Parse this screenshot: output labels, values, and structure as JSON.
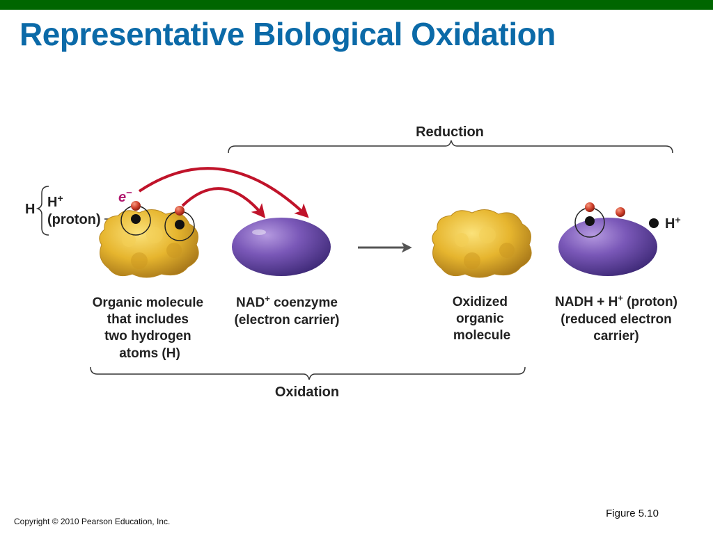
{
  "slide": {
    "title": "Representative Biological Oxidation",
    "figure_number": "Figure 5.10",
    "copyright": "Copyright © 2010 Pearson Education, Inc."
  },
  "diagram": {
    "reduction_label": "Reduction",
    "oxidation_label": "Oxidation",
    "electron_label": "e",
    "electron_superscript": "−",
    "hydrogen_label": "H",
    "proton_label_line1": "H",
    "proton_label_sup": "+",
    "proton_label_line2": "(proton)",
    "free_proton_label": "H",
    "free_proton_sup": "+",
    "organic_molecule_label": [
      "Organic molecule",
      "that includes",
      "two hydrogen",
      "atoms (H)"
    ],
    "nad_label_line1_main": "NAD",
    "nad_label_line1_sup": "+",
    "nad_label_line1_rest": " coenzyme",
    "nad_label_line2": "(electron carrier)",
    "oxidized_label": [
      "Oxidized",
      "organic",
      "molecule"
    ],
    "nadh_label_line1_main": "NADH + H",
    "nadh_label_line1_sup": "+",
    "nadh_label_line1_rest": " (proton)",
    "nadh_label_line2": "(reduced electron",
    "nadh_label_line3": "carrier)"
  },
  "colors": {
    "title": "#0b6aa8",
    "top_bar": "#006600",
    "arrow_red": "#c0132a",
    "electron_label": "#b0186e",
    "molecule_gold": "#e6b52e",
    "nad_purple": "#6a4aa6",
    "electron_red": "#d0412c"
  }
}
